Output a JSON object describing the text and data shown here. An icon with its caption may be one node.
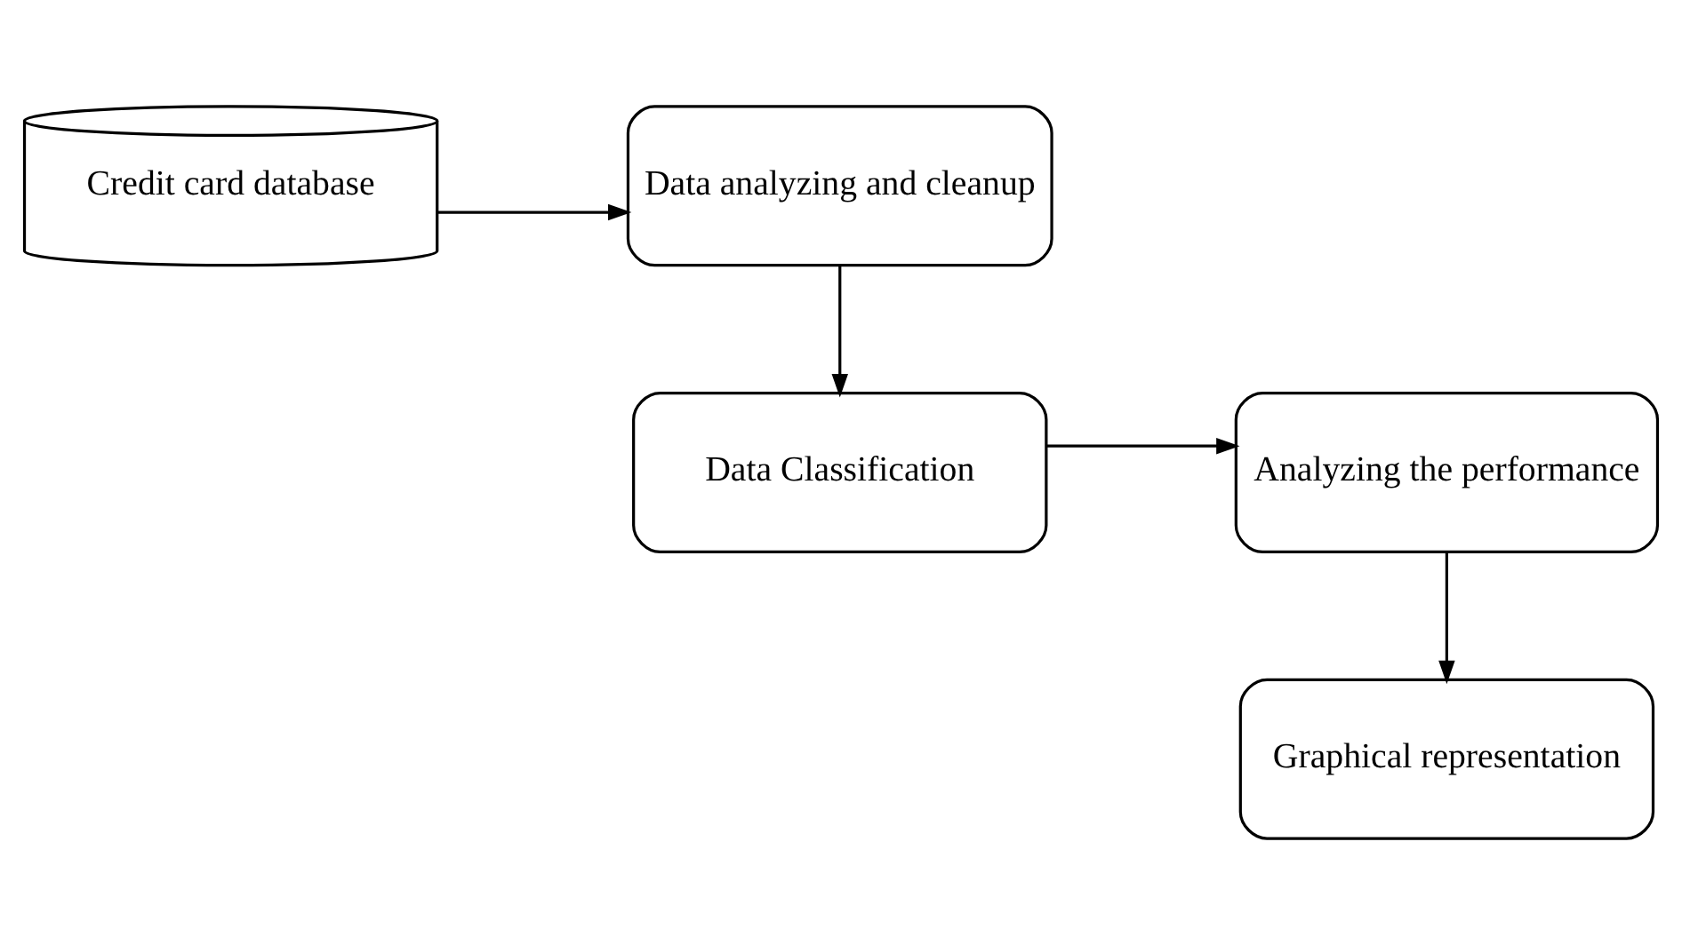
{
  "diagram": {
    "nodes": [
      {
        "text": [
          "Credit card database"
        ]
      },
      {
        "text": [
          "Data analyzing and cleanup"
        ]
      },
      {
        "text": [
          "Data Classification"
        ]
      },
      {
        "text": [
          "Analyzing the performance"
        ]
      },
      {
        "text": [
          "Graphical representation"
        ]
      }
    ],
    "edges": [
      {
        "from": 0,
        "to": 1,
        "arrow": "to"
      },
      {
        "from": 1,
        "to": 2,
        "arrow": "to"
      },
      {
        "from": 2,
        "to": 3,
        "arrow": "to"
      },
      {
        "from": 3,
        "to": 4,
        "arrow": "to"
      }
    ]
  }
}
